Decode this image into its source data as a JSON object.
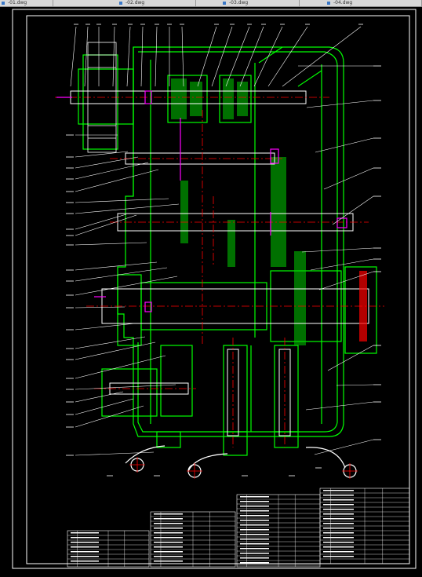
{
  "tabs": [
    {
      "label": "-01.dwg"
    },
    {
      "label": "-02.dwg"
    },
    {
      "label": "-03.dwg"
    },
    {
      "label": "-04.dwg"
    }
  ],
  "colors": {
    "background": "#000000",
    "frame": "#ffffff",
    "gearbox": "#00ff00",
    "centerline": "#ff0000",
    "leader": "#ffffff",
    "highlight": "#ff00ff",
    "title_block": "#ffffff"
  }
}
